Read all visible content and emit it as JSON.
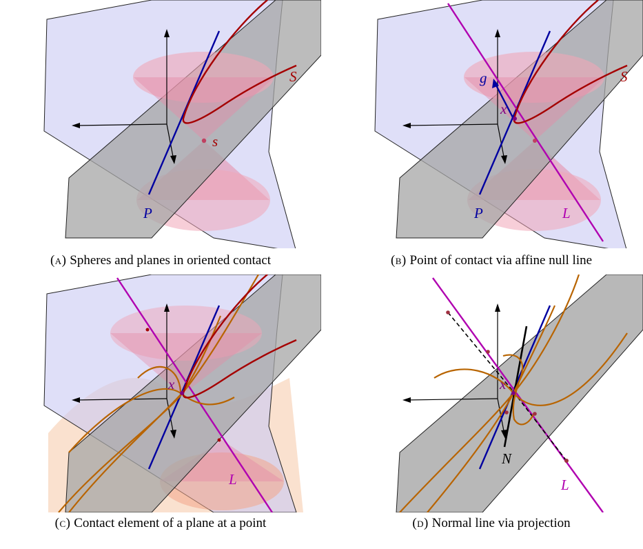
{
  "panels": [
    {
      "tag": "(a)",
      "caption": "Spheres and planes in oriented contact",
      "labels": {
        "S": "S",
        "s": "s",
        "P": "P"
      }
    },
    {
      "tag": "(b)",
      "caption": "Point of contact via affine null line",
      "labels": {
        "S": "S",
        "g": "g",
        "x": "x",
        "P": "P",
        "L": "L"
      }
    },
    {
      "tag": "(c)",
      "caption": "Contact element of a plane at a point",
      "labels": {
        "x": "x",
        "L": "L"
      }
    },
    {
      "tag": "(d)",
      "caption": "Normal line via projection",
      "labels": {
        "x": "x",
        "N": "N",
        "L": "L"
      }
    }
  ],
  "colors": {
    "plane_blue": "#c9c9f4",
    "plane_gray": "#a6a6a6",
    "null_line": "#0000a0",
    "curve_red": "#a50000",
    "curve_orange": "#b86400",
    "line_magenta": "#b000b0",
    "cone_pink": "#e9a0b4"
  }
}
